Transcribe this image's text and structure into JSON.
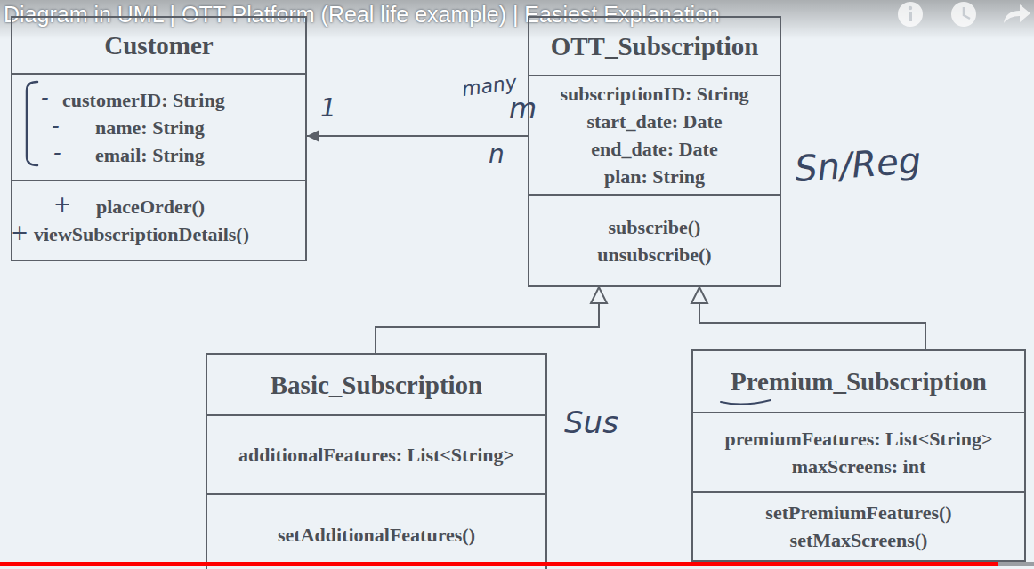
{
  "diagram": {
    "title": "Diagram in UML | OTT Platform (Real life example) | Easiest Explanation",
    "nodes": [
      {
        "text": [
          "Customer",
          "customerID: String",
          "name: String",
          "email: String",
          "placeOrder()",
          "viewSubscriptionDetails()"
        ]
      },
      {
        "text": [
          "OTT_Subscription",
          "subscriptionID: String",
          "start_date: Date",
          "end_date: Date",
          "plan: String",
          "subscribe()",
          "unsubscribe()"
        ]
      },
      {
        "text": [
          "Basic_Subscription",
          "additionalFeatures: List<String>",
          "setAdditionalFeatures()"
        ]
      },
      {
        "text": [
          "Premium_Subscription",
          "premiumFeatures: List<String>",
          "maxScreens: int",
          "setPremiumFeatures()",
          "setMaxScreens()"
        ]
      }
    ],
    "edges": [
      {
        "from": 1,
        "to": 0,
        "arrow": "to"
      },
      {
        "from": 2,
        "to": 1,
        "arrow": "to"
      },
      {
        "from": 3,
        "to": 1,
        "arrow": "to"
      }
    ],
    "labels": [
      "many",
      "m",
      "n",
      "1",
      "Sn/Reg",
      "Sus",
      "-",
      "-",
      "-",
      "+",
      "+"
    ]
  }
}
